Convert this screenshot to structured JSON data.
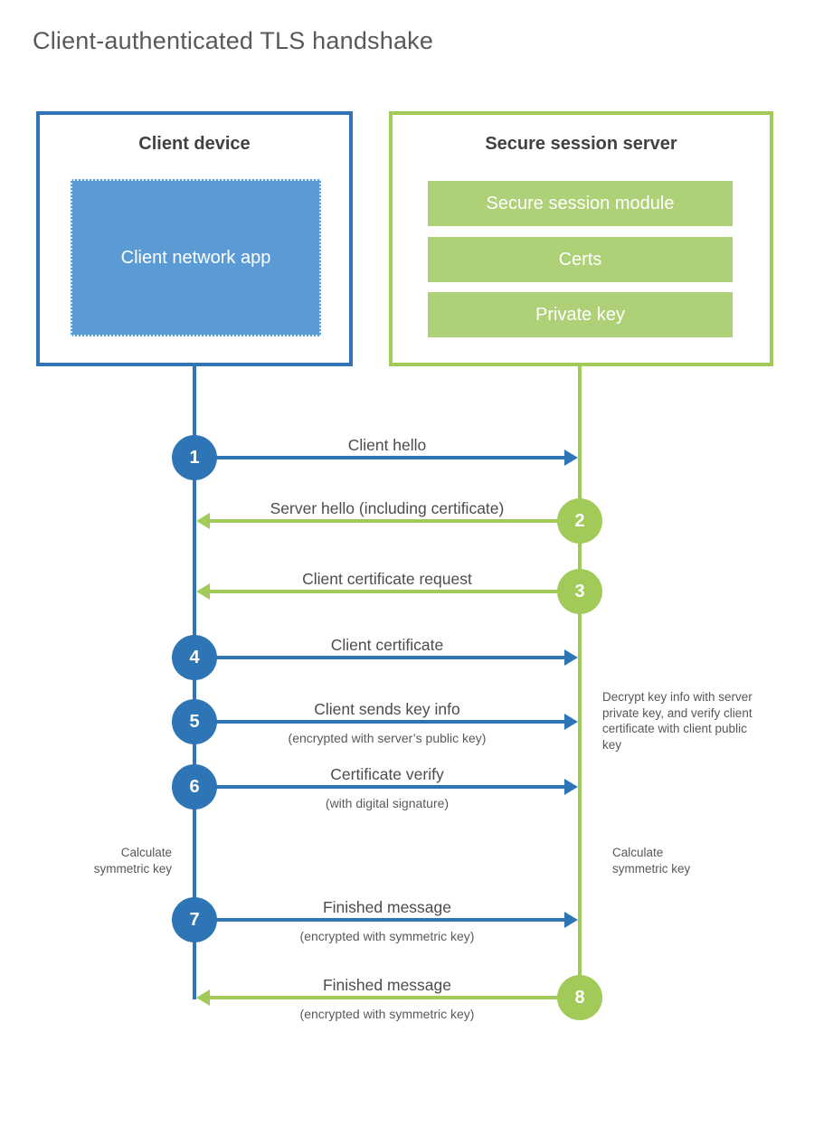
{
  "title": "Client-authenticated TLS handshake",
  "client": {
    "heading": "Client device",
    "app_label": "Client network app"
  },
  "server": {
    "heading": "Secure session server",
    "modules": [
      "Secure session module",
      "Certs",
      "Private key"
    ]
  },
  "steps": [
    {
      "number": "1",
      "from": "client",
      "direction": "to-server",
      "label": "Client hello"
    },
    {
      "number": "2",
      "from": "server",
      "direction": "to-client",
      "label": "Server hello (including certificate)"
    },
    {
      "number": "3",
      "from": "server",
      "direction": "to-client",
      "label": "Client certificate request"
    },
    {
      "number": "4",
      "from": "client",
      "direction": "to-server",
      "label": "Client certificate"
    },
    {
      "number": "5",
      "from": "client",
      "direction": "to-server",
      "label": "Client sends key info",
      "sublabel": "(encrypted with server’s public key)"
    },
    {
      "number": "6",
      "from": "client",
      "direction": "to-server",
      "label": "Certificate verify",
      "sublabel": "(with digital signature)"
    },
    {
      "number": "7",
      "from": "client",
      "direction": "to-server",
      "label": "Finished message",
      "sublabel": "(encrypted with symmetric key)"
    },
    {
      "number": "8",
      "from": "server",
      "direction": "to-client",
      "label": "Finished message",
      "sublabel": "(encrypted with symmetric key)"
    }
  ],
  "annotations": {
    "decrypt_note": "Decrypt key info with server private key, and verify client certificate with client public key",
    "calc_left": "Calculate symmetric key",
    "calc_right": "Calculate symmetric key"
  },
  "colors": {
    "blue_accent": "#2e75b5",
    "blue_fill": "#5b9bd5",
    "green_accent": "#a1ca58",
    "green_fill": "#aed077",
    "title_gray": "#58595b",
    "heading_gray": "#3f4245"
  }
}
